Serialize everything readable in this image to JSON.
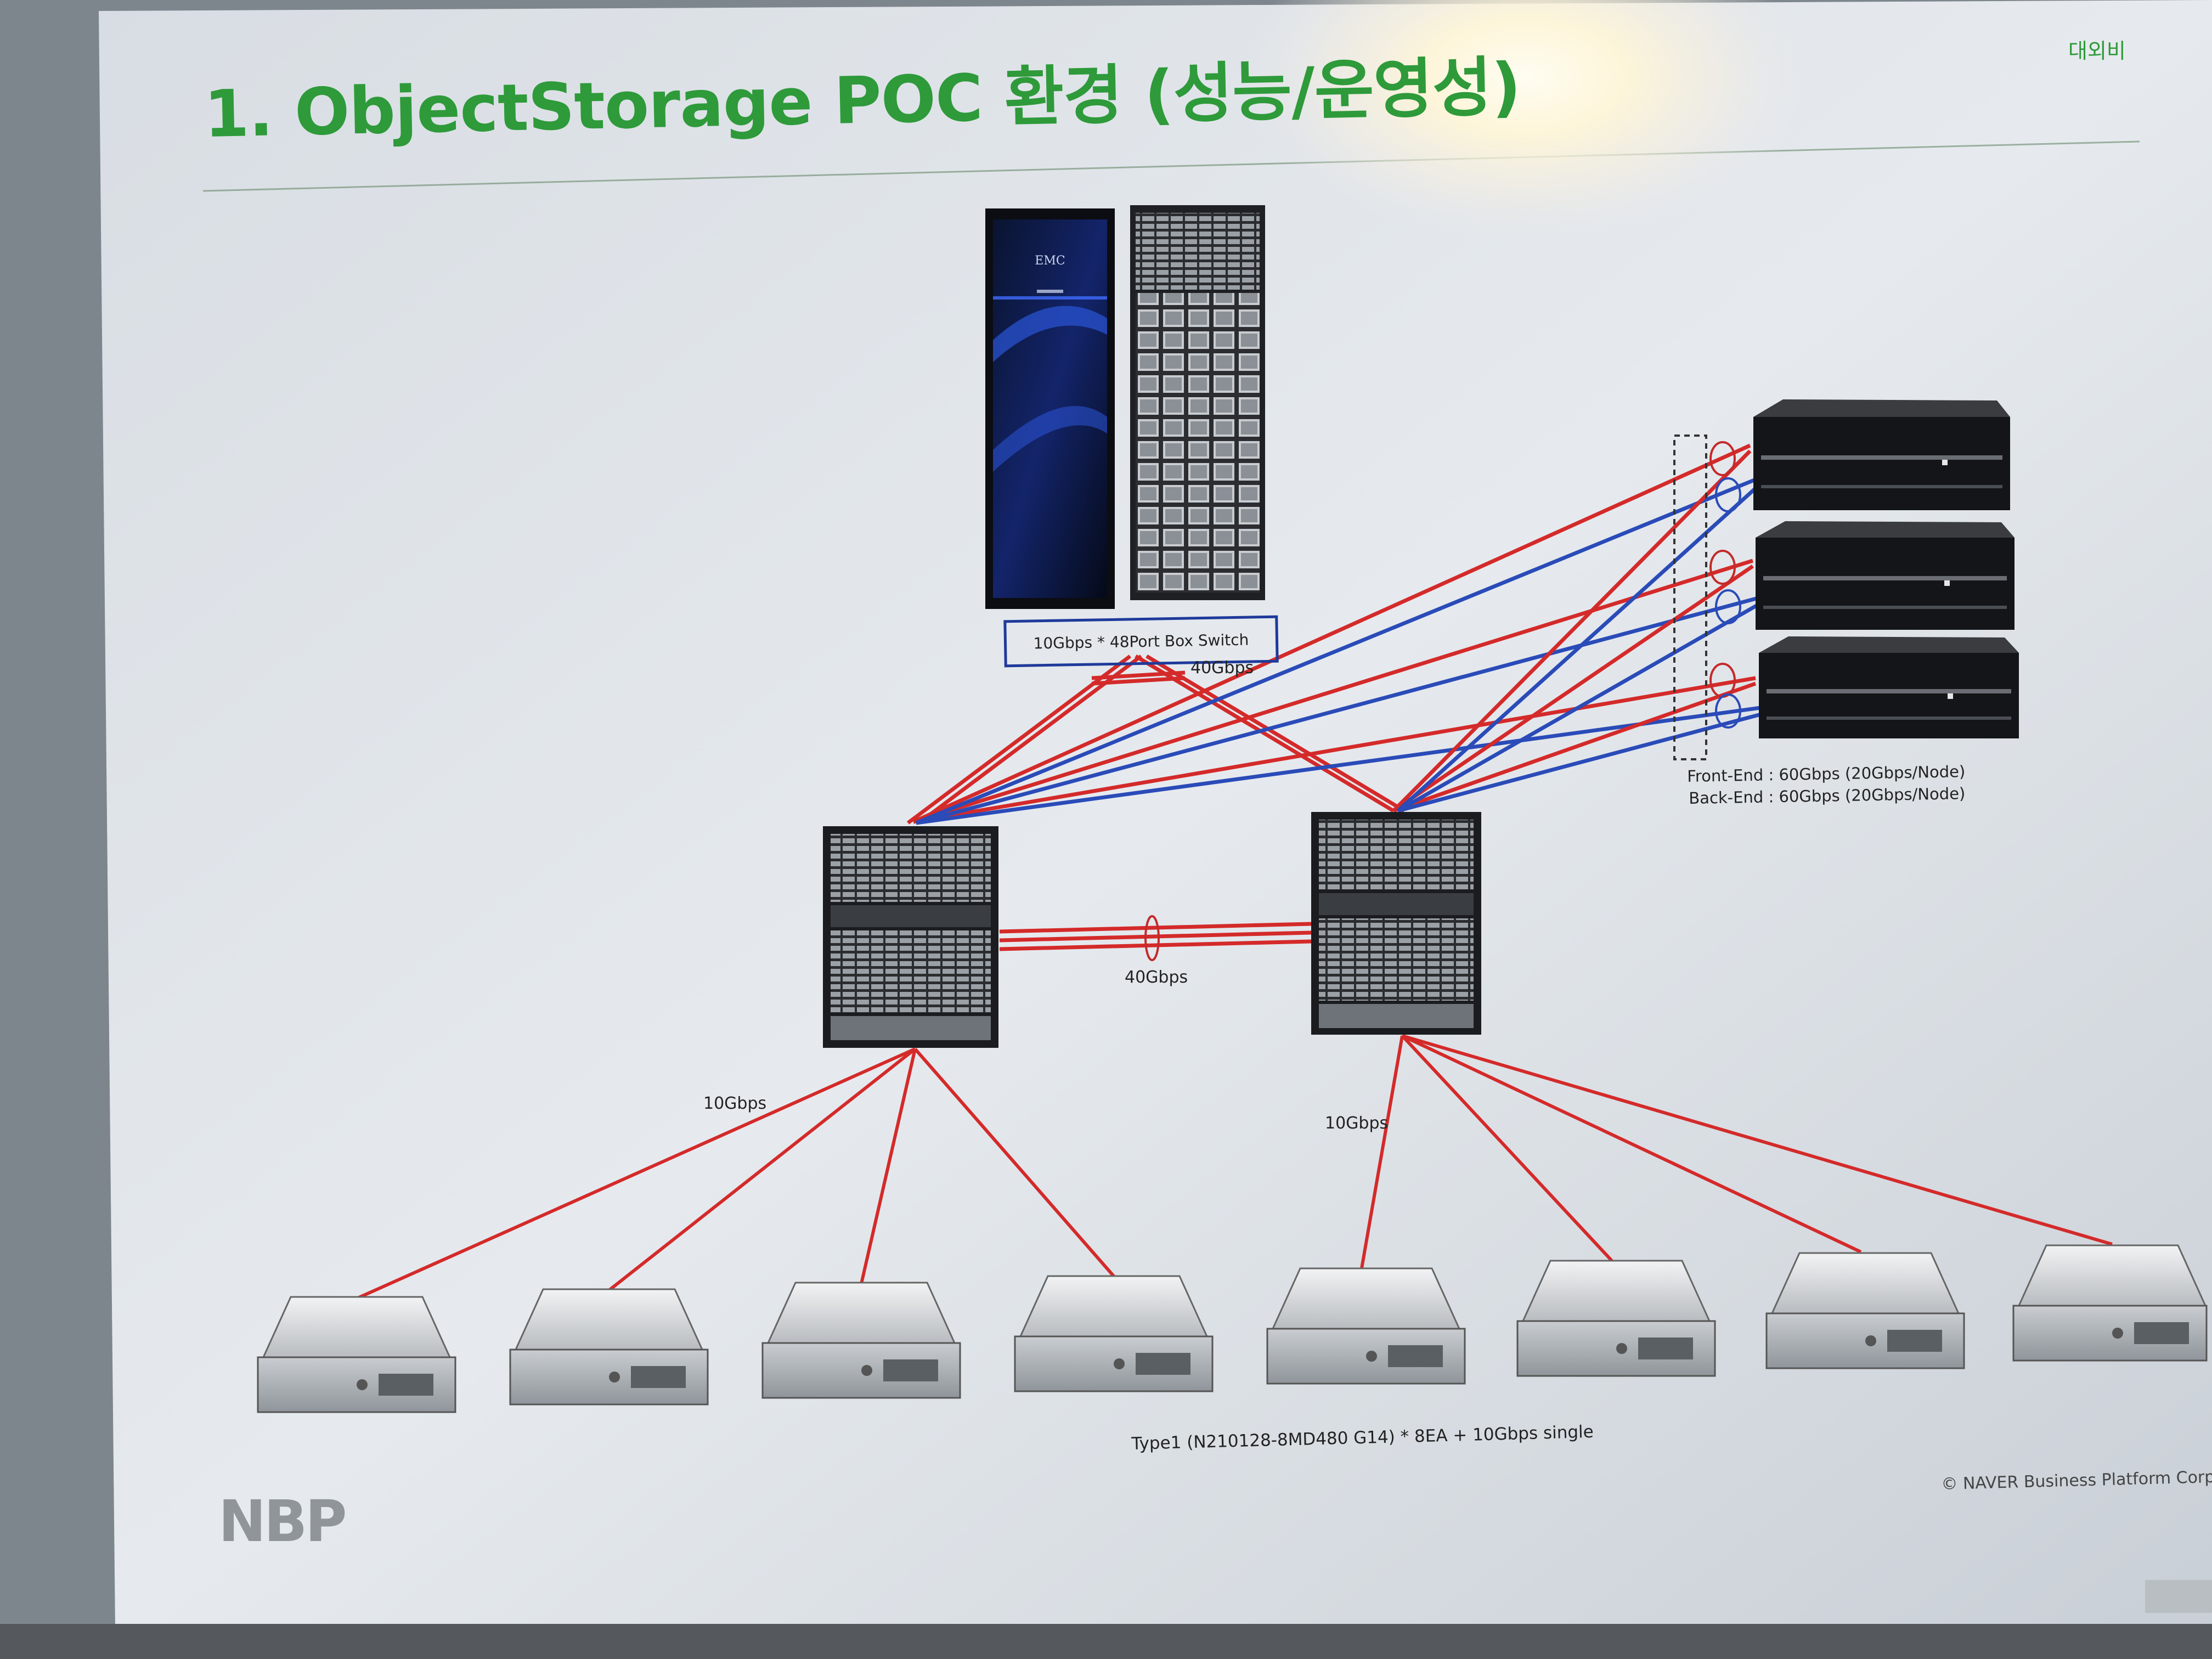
{
  "slide": {
    "title": "1. ObjectStorage POC 환경 (성능/운영성)",
    "classification": "대외비",
    "logo": "NBP",
    "copyright": "© NAVER Business Platform Corp"
  },
  "diagram": {
    "box_switch_label": "10Gbps * 48Port Box Switch",
    "uplink_label": "40Gbps",
    "interlink_label": "40Gbps",
    "left_downlink_label": "10Gbps",
    "right_downlink_label": "10Gbps",
    "frontend_label": "Front-End : 60Gbps (20Gbps/Node)",
    "backend_label": "Back-End : 60Gbps (20Gbps/Node)",
    "client_label": "Type1 (N210128-8MD480 G14) * 8EA + 10Gbps single",
    "emc_badge": "EMC",
    "storage_nodes": 3,
    "client_servers": 8,
    "link_colors": {
      "frontend": "#d42a2a",
      "backend": "#2a4bb8"
    }
  }
}
